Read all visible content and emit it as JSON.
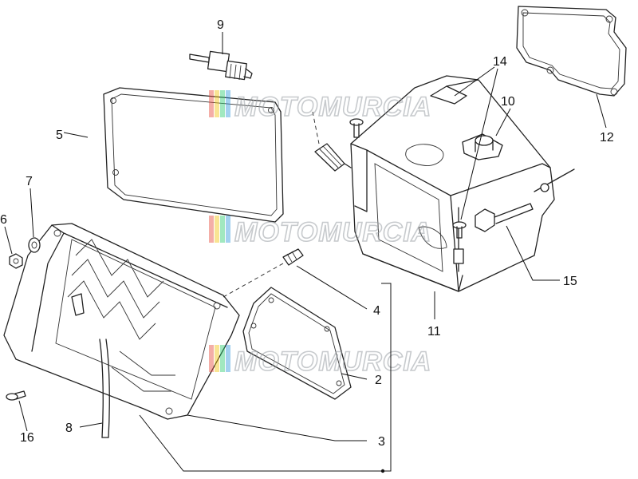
{
  "watermark": {
    "text": "MOTOMURCIA",
    "colors": [
      "#e74c3c",
      "#f1c40f",
      "#2ecc71",
      "#3498db"
    ]
  },
  "callouts": {
    "c1": "9",
    "c2": "14",
    "c3": "10",
    "c4": "12",
    "c5": "5",
    "c6": "7",
    "c7": "6",
    "c8": "15",
    "c9": "4",
    "c10": "11",
    "c11": "2",
    "c12": "3",
    "c13": "8",
    "c14": "16"
  }
}
